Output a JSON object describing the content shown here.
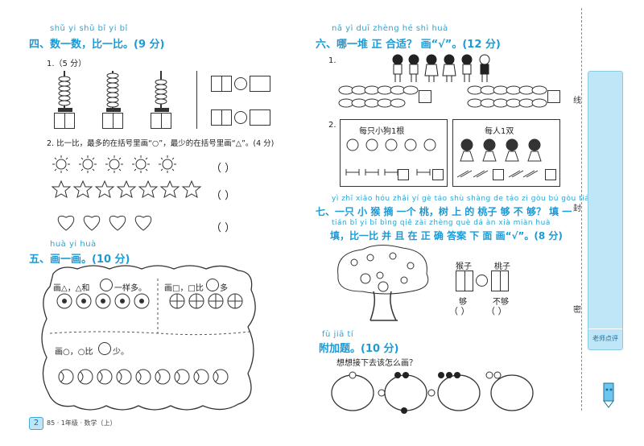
{
  "sec4": {
    "pinyin": "shǔ yi shǔ   bǐ yi bǐ",
    "title": "四、数一数，比一比。(9 分)",
    "q1": "1.（5 分）",
    "q2": "2. 比一比，最多的在括号里画“○”，最少的在括号里画“△”。(4 分)",
    "parens": [
      "（        ）",
      "（        ）",
      "（        ）"
    ]
  },
  "sec5": {
    "pinyin": "huà yi huà",
    "title": "五、画一画。(10 分)",
    "left_prompt": "画△，△和",
    "left_prompt_tail": "一样多。",
    "right_prompt": "画□，□比",
    "right_prompt_tail": "多",
    "bottom_prompt": "画○，○比",
    "bottom_prompt_tail": "少。"
  },
  "sec6": {
    "pinyin": "nǎ yì duī zhèng hé shì   huà",
    "title": "六、哪一堆 正 合适？ 画“√”。(12 分)",
    "q1": "1.",
    "q2": "2.",
    "card1_label": "每只小狗1根",
    "card2_label": "每人1双"
  },
  "sec7": {
    "pinyin1": "yì zhī xiǎo hóu zhāi yí gè táo   shù shàng de táo zi gòu bú gòu   tián yi",
    "title1": "七、一只 小 猴 摘 一个 桃，树 上 的 桃子 够 不 够？ 填 一",
    "pinyin2": "tián   bǐ yi bǐ bìng qiě zài zhèng què dá àn xià miàn huà",
    "title2": "填，比一比 并 且 在 正  确 答案 下 面  画“√”。(8 分)",
    "monkey_label": "猴子",
    "peach_label": "桃子",
    "enough": "够",
    "not_enough": "不够",
    "paren": "（    ）"
  },
  "extra": {
    "pinyin": "fù jiā tí",
    "title": "附加题。(10 分)",
    "question": "想想接下去该怎么画？"
  },
  "footer": {
    "page_number": "2",
    "book": "85 · 1年级 · 数学（上）"
  },
  "sidebar": {
    "label_top": "线",
    "label_mid": "封",
    "label_bot": "密",
    "teacher": "老师点评"
  }
}
